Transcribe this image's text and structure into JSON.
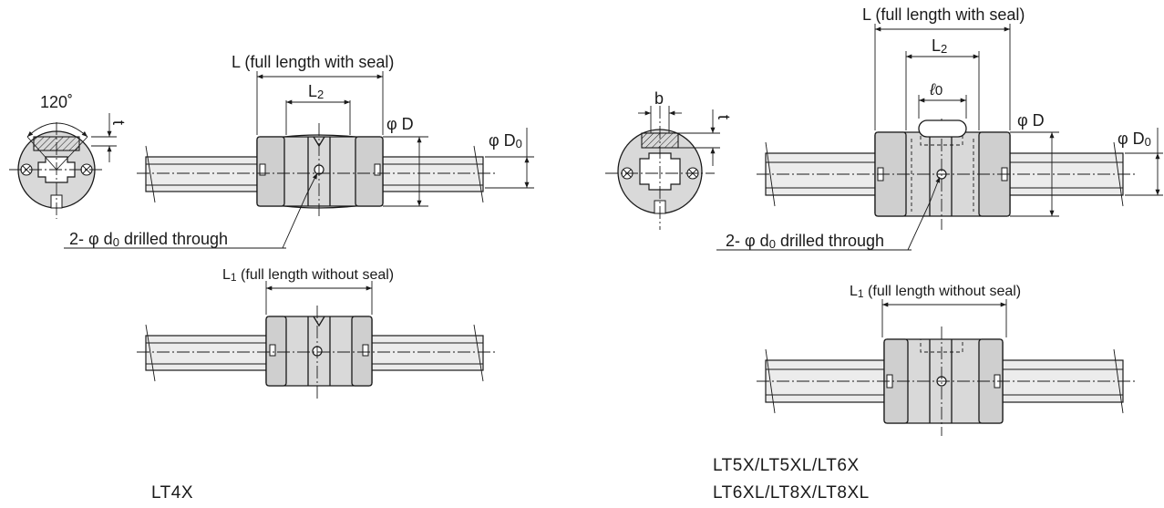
{
  "left": {
    "model": "LT4X",
    "angle": "120˚",
    "t": "t",
    "L": "L (full length with seal)",
    "L2": "L",
    "L2_sub": "2",
    "phiD": "φ D",
    "phiD0": "φ D",
    "D0_sub": "0",
    "drilled": "2- φ d",
    "drilled_sub": "0",
    "drilled_tail": " drilled through",
    "L1": "L",
    "L1_sub": "1",
    "L1_tail": " (full length without seal)"
  },
  "right": {
    "model_line1": "LT5X/LT5XL/LT6X",
    "model_line2": "LT6XL/LT8X/LT8XL",
    "b": "b",
    "t": "t",
    "L": "L (full length with seal)",
    "L2": "L",
    "L2_sub": "2",
    "l0": "ℓ",
    "l0_sub": "0",
    "phiD": "φ D",
    "phiD0": "φ D",
    "D0_sub": "0",
    "drilled": "2- φ d",
    "drilled_sub": "0",
    "drilled_tail": " drilled through",
    "L1": "L",
    "L1_sub": "1",
    "L1_tail": " (full length without seal)"
  }
}
